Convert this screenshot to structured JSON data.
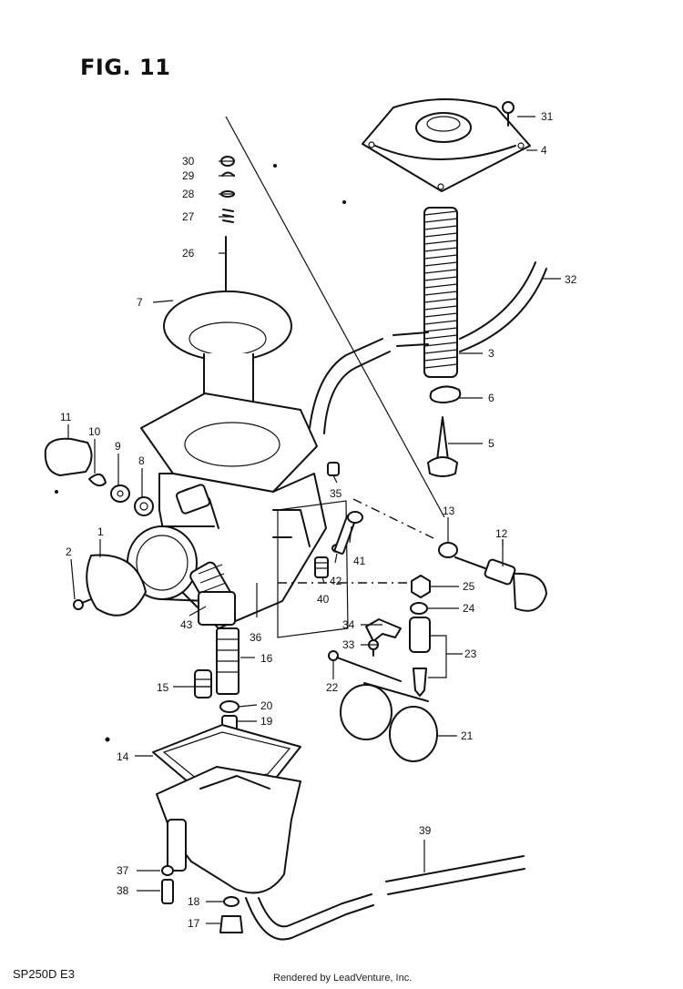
{
  "figure": {
    "title": "FIG. 11",
    "model_code": "SP250D  E3",
    "credit": "Rendered by LeadVenture, Inc."
  },
  "callouts": [
    {
      "id": "c1",
      "label": "1"
    },
    {
      "id": "c2",
      "label": "2"
    },
    {
      "id": "c3",
      "label": "3"
    },
    {
      "id": "c4",
      "label": "4"
    },
    {
      "id": "c5",
      "label": "5"
    },
    {
      "id": "c6",
      "label": "6"
    },
    {
      "id": "c7",
      "label": "7"
    },
    {
      "id": "c8",
      "label": "8"
    },
    {
      "id": "c9",
      "label": "9"
    },
    {
      "id": "c10",
      "label": "10"
    },
    {
      "id": "c11",
      "label": "11"
    },
    {
      "id": "c12",
      "label": "12"
    },
    {
      "id": "c13",
      "label": "13"
    },
    {
      "id": "c14",
      "label": "14"
    },
    {
      "id": "c15",
      "label": "15"
    },
    {
      "id": "c16",
      "label": "16"
    },
    {
      "id": "c17",
      "label": "17"
    },
    {
      "id": "c18",
      "label": "18"
    },
    {
      "id": "c19",
      "label": "19"
    },
    {
      "id": "c20",
      "label": "20"
    },
    {
      "id": "c21",
      "label": "21"
    },
    {
      "id": "c22",
      "label": "22"
    },
    {
      "id": "c23",
      "label": "23"
    },
    {
      "id": "c24",
      "label": "24"
    },
    {
      "id": "c25",
      "label": "25"
    },
    {
      "id": "c26",
      "label": "26"
    },
    {
      "id": "c27",
      "label": "27"
    },
    {
      "id": "c28",
      "label": "28"
    },
    {
      "id": "c29",
      "label": "29"
    },
    {
      "id": "c30",
      "label": "30"
    },
    {
      "id": "c31",
      "label": "31"
    },
    {
      "id": "c32",
      "label": "32"
    },
    {
      "id": "c33",
      "label": "33"
    },
    {
      "id": "c34",
      "label": "34"
    },
    {
      "id": "c35",
      "label": "35"
    },
    {
      "id": "c36",
      "label": "36"
    },
    {
      "id": "c37",
      "label": "37"
    },
    {
      "id": "c38",
      "label": "38"
    },
    {
      "id": "c39",
      "label": "39"
    },
    {
      "id": "c40",
      "label": "40"
    },
    {
      "id": "c41",
      "label": "41"
    },
    {
      "id": "c42",
      "label": "42"
    },
    {
      "id": "c43",
      "label": "43"
    }
  ]
}
